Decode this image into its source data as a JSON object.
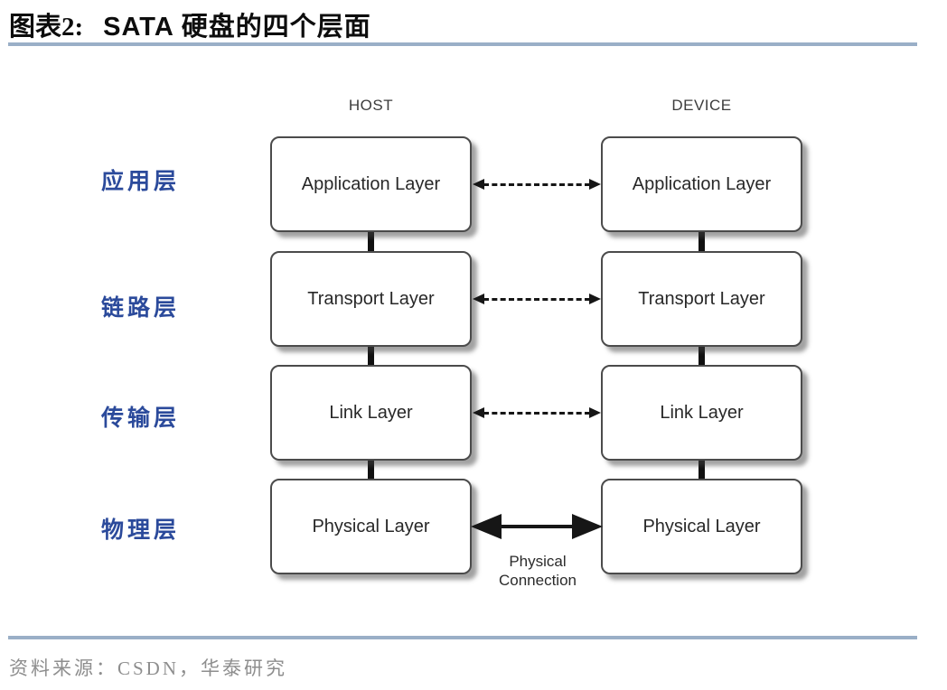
{
  "figure_header": {
    "label": "图表2:",
    "title": "SATA 硬盘的四个层面"
  },
  "diagram": {
    "host_header": "HOST",
    "device_header": "DEVICE",
    "side_labels": [
      "应用层",
      "链路层",
      "传输层",
      "物理层"
    ],
    "layers": [
      "Application Layer",
      "Transport Layer",
      "Link Layer",
      "Physical Layer"
    ],
    "physical_connection_label": "Physical Connection"
  },
  "footer": {
    "source": "资料来源：CSDN，华泰研究"
  },
  "colors": {
    "side_label_blue": "#2B4A9B",
    "rule_blue": "#9AAFC7",
    "source_gray": "#8E8E8E",
    "diagram_ink": "#161616",
    "box_border": "#4B4B4B",
    "box_fill": "#FFFFFF"
  }
}
